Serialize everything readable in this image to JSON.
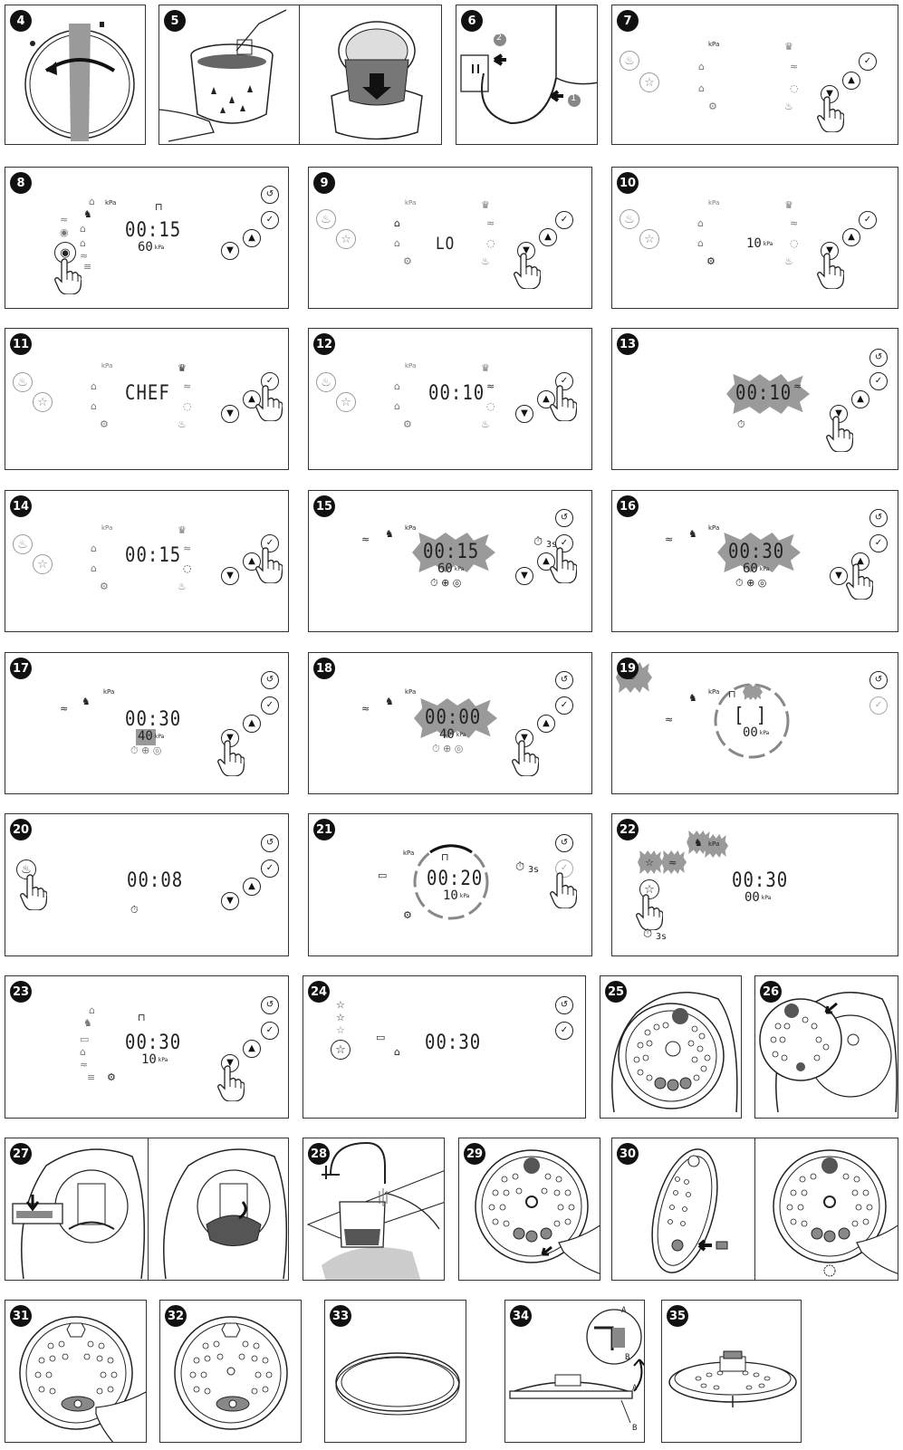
{
  "steps": [
    "4",
    "5",
    "6",
    "7",
    "8",
    "9",
    "10",
    "11",
    "12",
    "13",
    "14",
    "15",
    "16",
    "17",
    "18",
    "19",
    "20",
    "21",
    "22",
    "23",
    "24",
    "25",
    "26",
    "27",
    "28",
    "29",
    "30",
    "31",
    "32",
    "33",
    "34",
    "35"
  ],
  "displays": {
    "s8_time": "00:15",
    "s8_pressure": "60",
    "s9_value": "LO",
    "s10_value": "10",
    "s11_value": "CHEF",
    "s12_time": "00:10",
    "s13_time": "00:10",
    "s14_time": "00:15",
    "s15_time": "00:15",
    "s15_pressure": "60",
    "s16_time": "00:30",
    "s16_pressure": "60",
    "s17_time": "00:30",
    "s17_pressure": "40",
    "s18_time": "00:00",
    "s18_pressure": "40",
    "s19_time": "[ ]",
    "s19_pressure": "00",
    "s20_time": "00:08",
    "s21_time": "00:20",
    "s21_pressure": "10",
    "s22_time": "00:30",
    "s22_pressure": "00",
    "s23_time": "00:30",
    "s23_pressure": "10",
    "s24_time": "00:30"
  },
  "units": {
    "kpa": "kPa"
  },
  "labels": {
    "three_seconds": "3s",
    "point_1": "1",
    "point_2": "2",
    "label_a": "A",
    "label_b": "B"
  },
  "icons": {
    "up": "▲",
    "down": "▼",
    "confirm": "✓",
    "back": "↺",
    "star": "☆",
    "keep_warm": "♨",
    "pressure": "kPa",
    "timer": "⏱",
    "lock": "🔒"
  }
}
